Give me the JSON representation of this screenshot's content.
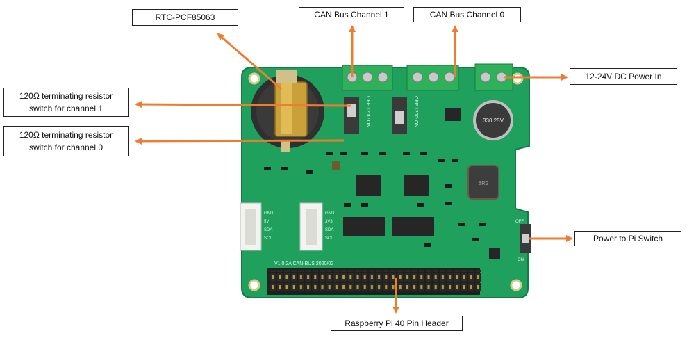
{
  "labels": {
    "rtc": "RTC-PCF85063",
    "can1": "CAN Bus Channel 1",
    "can0": "CAN Bus Channel 0",
    "power_in": "12-24V DC Power In",
    "res1_line1": "120Ω terminating resistor",
    "res1_line2": "switch for channel 1",
    "res0_line1": "120Ω terminating resistor",
    "res0_line2": "switch for channel 0",
    "pi_switch": "Power to Pi Switch",
    "header": "Raspberry Pi 40 Pin Header"
  },
  "board_silkscreen": {
    "switch_ch1": "OFF 120Ω ON",
    "switch_ch0": "OFF 120Ω ON",
    "regulator": "330 25V",
    "inductor": "8R2",
    "grove_left": [
      "GND",
      "5V",
      "SDA",
      "SCL"
    ],
    "grove_right": [
      "GND",
      "3V3",
      "SDA",
      "SCL"
    ],
    "part_number": "V1.0 2A CAN-BUS 2020/02",
    "pi_switch_marks": [
      "OFF",
      "ON"
    ]
  },
  "colors": {
    "pcb": "#1fa05c",
    "arrow": "#ed7d31",
    "terminal": "#2fb05a",
    "label_border": "#222222"
  }
}
